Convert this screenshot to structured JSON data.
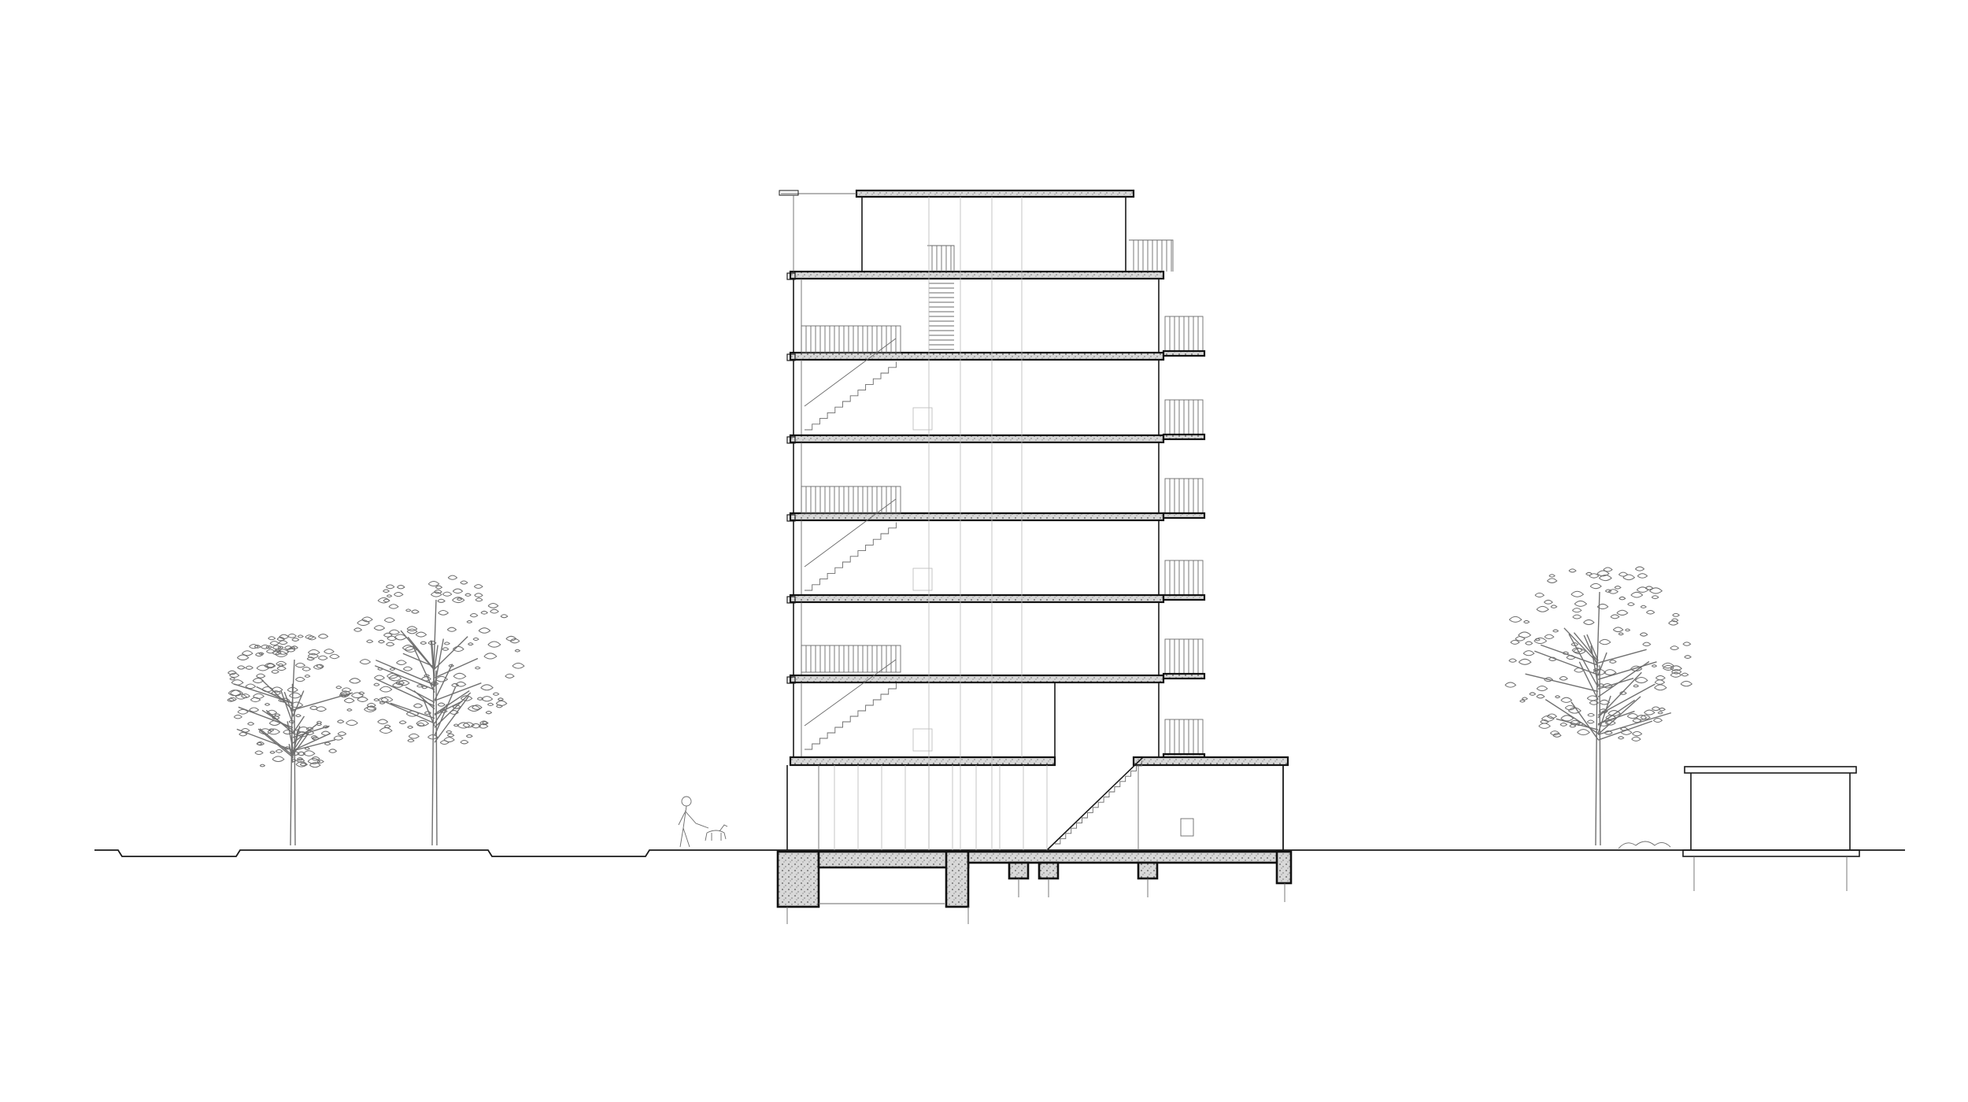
{
  "drawing": {
    "kind": "building-section",
    "background": "#ffffff",
    "line_color": "#1a1a1a",
    "storeys_above_ground": 7,
    "ground_level_changes": 2,
    "left_trees": 2,
    "right_trees": 1,
    "figures": [
      "person-walking-dog"
    ],
    "pavilion": "open-canopy"
  }
}
